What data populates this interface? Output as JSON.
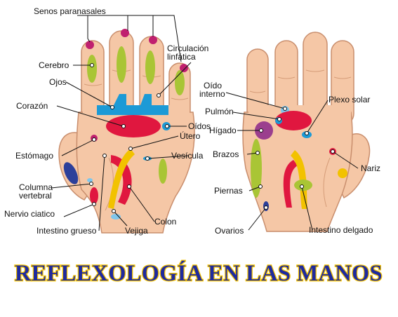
{
  "title": "REFLEXOLOGÍA EN LAS MANOS",
  "colors": {
    "skin": "#f5c7a6",
    "skin_edge": "#c98e6d",
    "crease": "#d59c78",
    "purple": "#c0206f",
    "blue": "#1c9ad6",
    "red": "#e0173f",
    "green": "#a9c535",
    "yellow": "#f2c200",
    "dark_blue": "#2c3f9a",
    "light_blue": "#7fc7ec",
    "violet": "#9b3f8e",
    "title_blue": "#1f2a9e",
    "title_outline": "#f5c400"
  },
  "left_hand": {
    "labels": {
      "senos": "Senos paranasales",
      "cerebro": "Cerebro",
      "ojos": "Ojos",
      "corazon": "Corazón",
      "circulacion_1": "Circulación",
      "circulacion_2": "linfática",
      "oidos": "Oídos",
      "utero": "Útero",
      "vesicula": "Vesícula",
      "estomago": "Estómago",
      "columna_1": "Columna",
      "columna_2": "vertebral",
      "nervio": "Nervio ciatico",
      "intestino_grueso": "Intestino grueso",
      "vejiga": "Vejiga",
      "colon": "Colon"
    }
  },
  "right_hand": {
    "labels": {
      "oido_interno_1": "Oído",
      "oido_interno_2": "interno",
      "plexo": "Plexo solar",
      "pulmon": "Pulmón",
      "higado": "Hígado",
      "brazos": "Brazos",
      "nariz": "Nariz",
      "piernas": "Piernas",
      "ovarios": "Ovarios",
      "intestino_delgado": "Intestino delgado"
    }
  }
}
